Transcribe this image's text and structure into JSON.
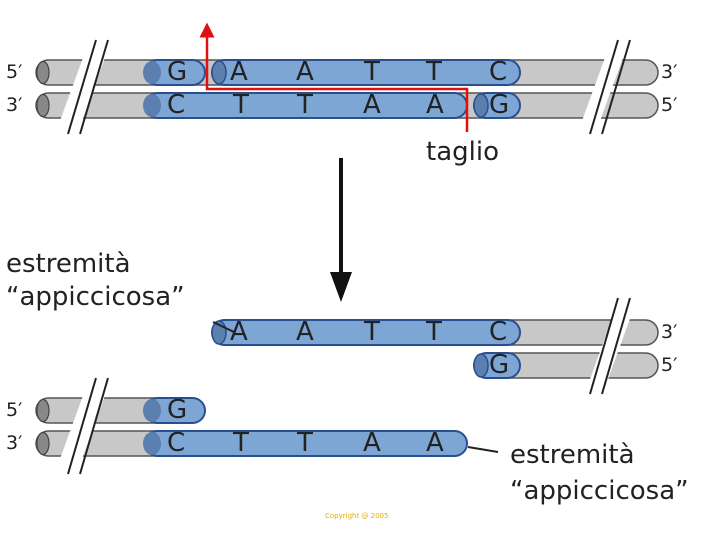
{
  "colors": {
    "gray_strand": "#c8c8c8",
    "blue_strand": "#7ea6d4",
    "blue_end": "#5b7fae",
    "outline": "#2a4f8f",
    "cut_line": "#e01010",
    "arrow": "#111111"
  },
  "top": {
    "left_ends": {
      "top": "5′",
      "bottom": "3′"
    },
    "right_ends": {
      "top": "3′",
      "bottom": "5′"
    },
    "upper_bases": [
      "G",
      "A",
      "A",
      "T",
      "T",
      "C"
    ],
    "lower_bases": [
      "C",
      "T",
      "T",
      "A",
      "A",
      "G"
    ]
  },
  "cut_label": "taglio",
  "sticky_left_label": [
    "estremità",
    "“appiccicosa”"
  ],
  "fragment_right": {
    "upper_bases": [
      "A",
      "A",
      "T",
      "T",
      "C"
    ],
    "lower_bases": [
      "G"
    ],
    "right_ends": {
      "top": "3′",
      "bottom": "5′"
    }
  },
  "fragment_left": {
    "upper_bases": [
      "G"
    ],
    "lower_bases": [
      "C",
      "T",
      "T",
      "A",
      "A"
    ],
    "left_ends": {
      "top": "5′",
      "bottom": "3′"
    }
  },
  "sticky_right_label": [
    "estremità",
    "“appiccicosa”"
  ],
  "copyright": "Copyright @ 2005"
}
